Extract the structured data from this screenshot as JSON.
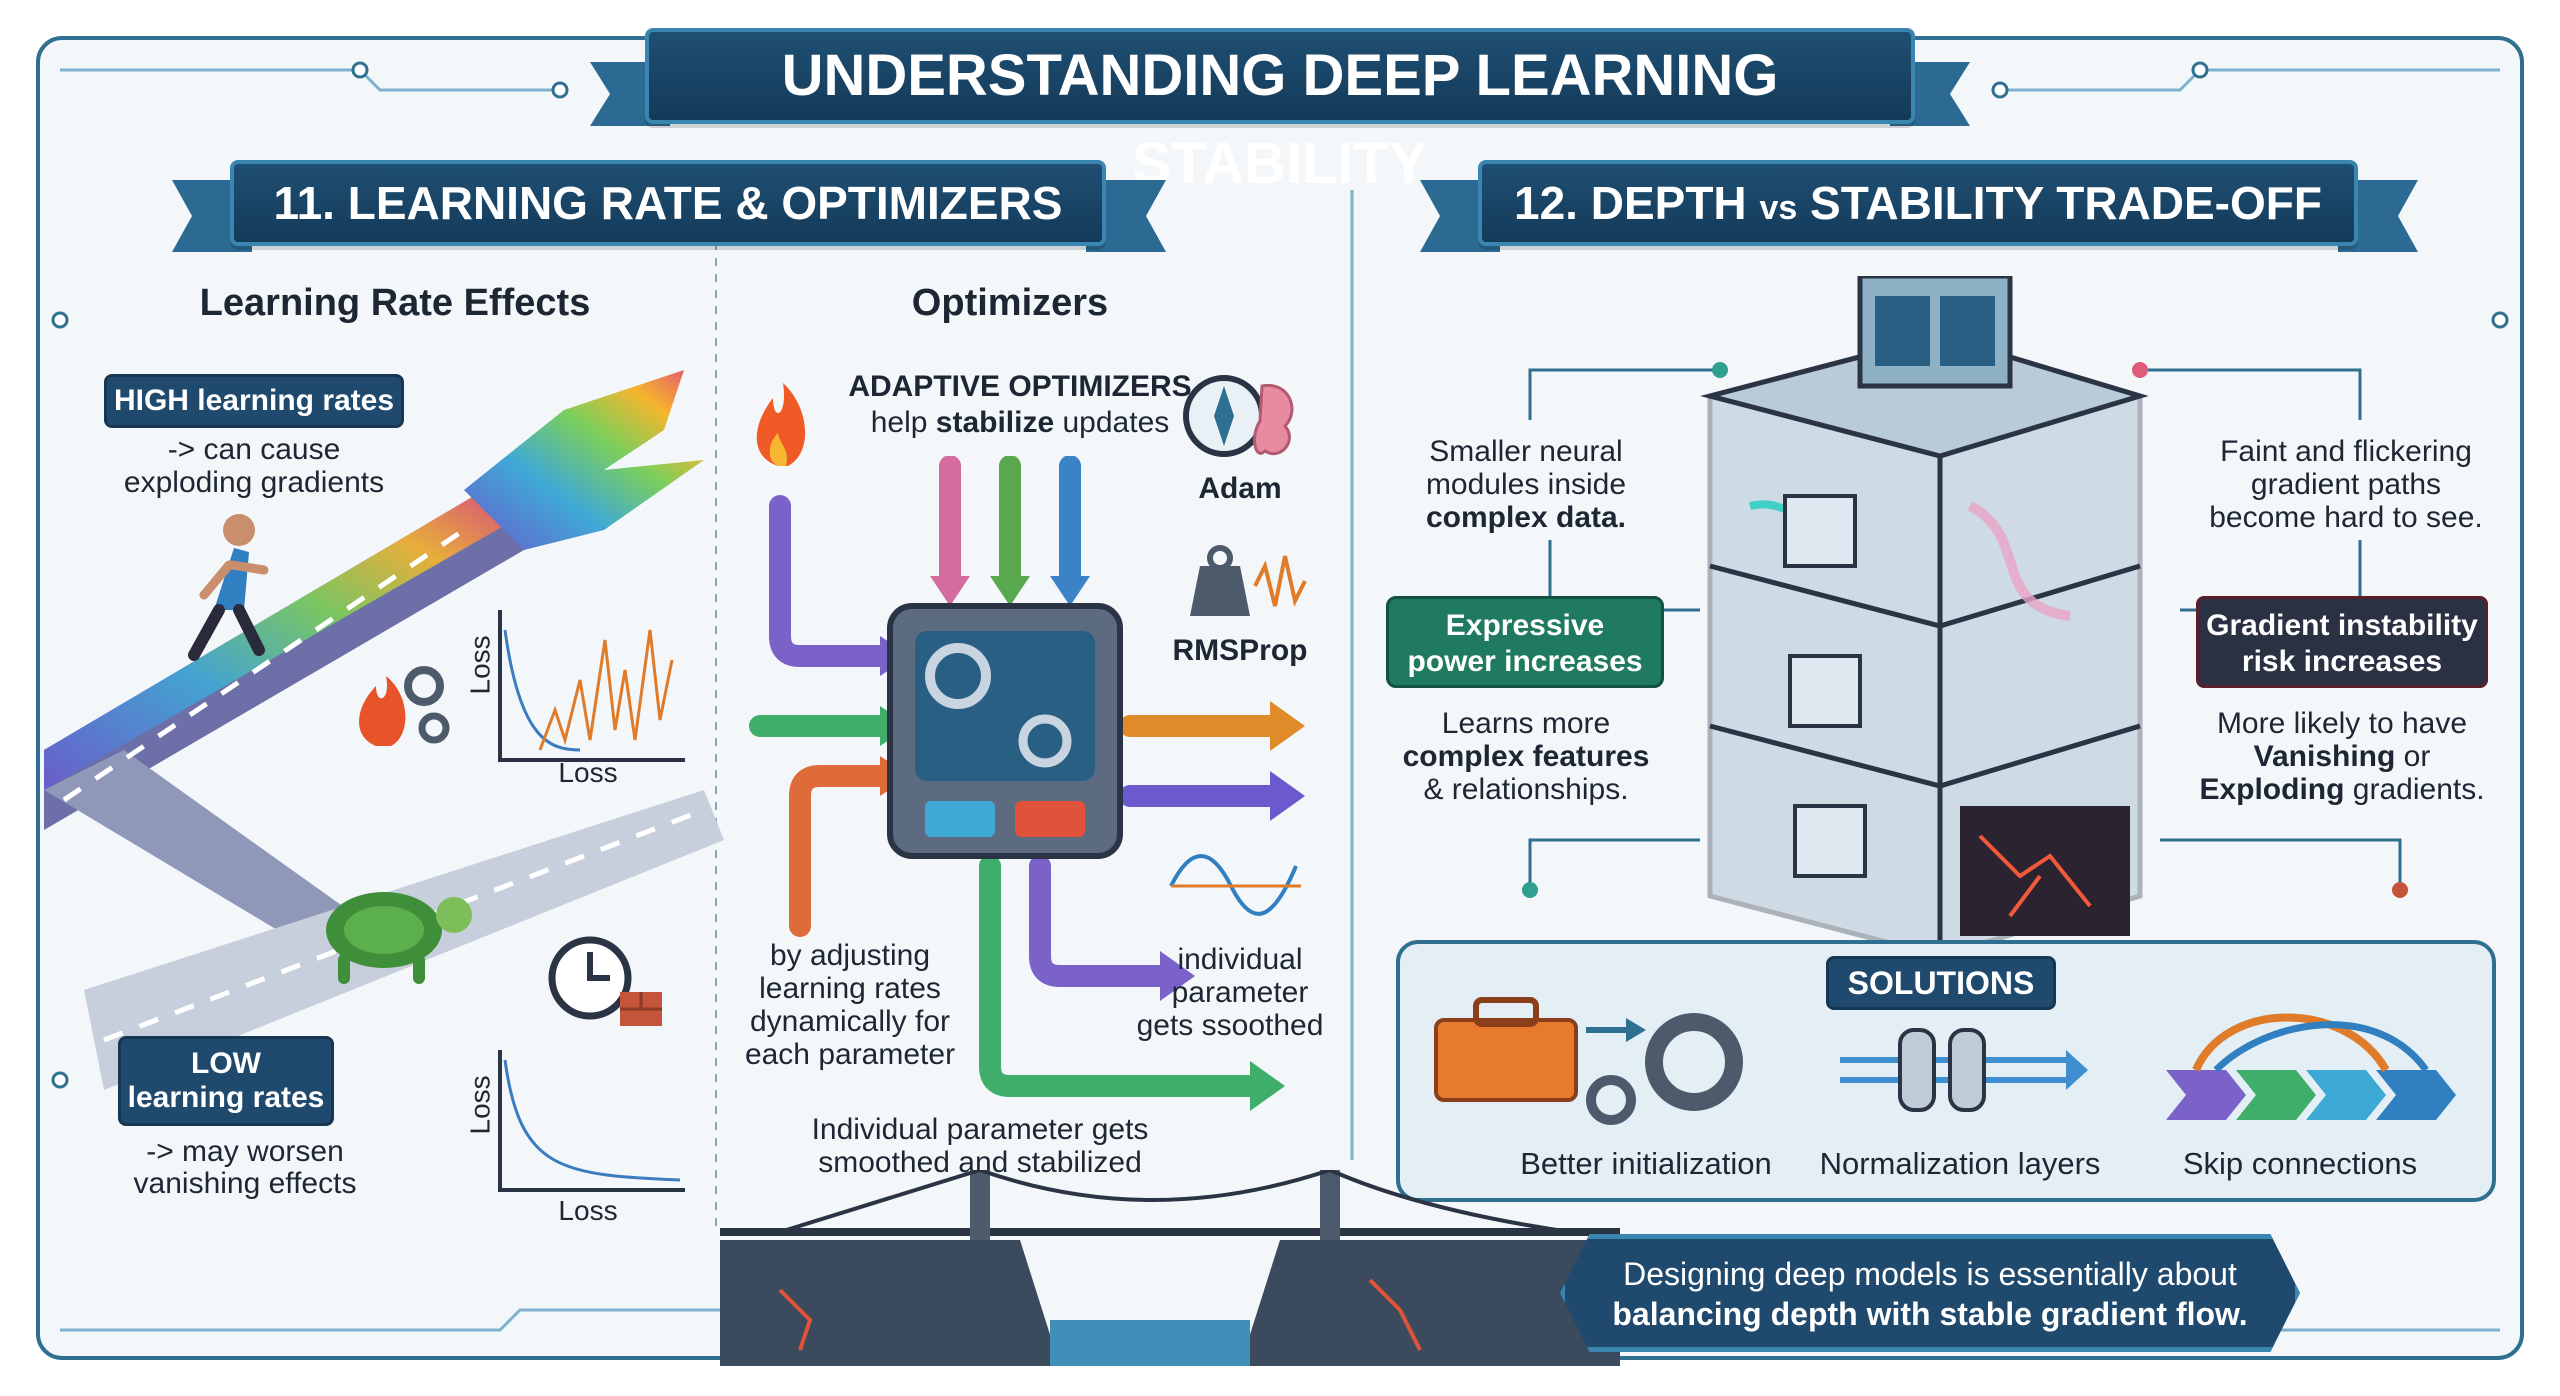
{
  "title": "UNDERSTANDING DEEP LEARNING STABILITY",
  "left_section": {
    "title": "11. LEARNING RATE & OPTIMIZERS",
    "lr_effects": {
      "heading": "Learning Rate Effects",
      "high_label": "HIGH learning rates",
      "high_desc_1": "-> can cause",
      "high_desc_2": "exploding gradients",
      "low_label_1": "LOW",
      "low_label_2": "learning rates",
      "low_desc_1": "-> may worsen",
      "low_desc_2": "vanishing effects",
      "chart_high": {
        "ylabel": "Loss",
        "xlabel": "Loss"
      },
      "chart_low": {
        "ylabel": "Loss",
        "xlabel": "Loss"
      }
    },
    "optimizers": {
      "heading": "Optimizers",
      "adaptive_title": "ADAPTIVE OPTIMIZERS",
      "adaptive_sub_pre": "help",
      "adaptive_sub_bold": "stabilize",
      "adaptive_sub_post": "updates",
      "adam": "Adam",
      "rmsprop": "RMSProp",
      "adjust_1": "by adjusting",
      "adjust_2": "learning rates",
      "adjust_3": "dynamically for",
      "adjust_4": "each parameter",
      "individual_1": "individual",
      "individual_2": "parameter",
      "individual_3": "gets ssoothed",
      "bottom_1": "Individual parameter  gets",
      "bottom_2": "smoothed and stabilized"
    }
  },
  "right_section": {
    "title_pre": "12. DEPTH ",
    "title_vs": "vs",
    "title_post": " STABILITY TRADE-OFF",
    "smaller_1": "Smaller neural",
    "smaller_2": "modules inside",
    "smaller_3": "complex data.",
    "expressive_1": "Expressive",
    "expressive_2": "power increases",
    "learns_1": "Learns more",
    "learns_2": "complex features",
    "learns_3": "& relationships.",
    "faint_1": "Faint and flickering",
    "faint_2": "gradient paths",
    "faint_3": "become hard to see.",
    "instability_1": "Gradient instability",
    "instability_2": "risk increases",
    "likely_1": "More likely to have",
    "likely_2": "Vanishing",
    "likely_3": "or",
    "likely_4": "Exploding",
    "likely_5": "gradients.",
    "solutions": {
      "title": "SOLUTIONS",
      "items": [
        "Better initialization",
        "Normalization layers",
        "Skip connections"
      ]
    },
    "conclusion_1": "Designing deep models is essentially about",
    "conclusion_2": "balancing depth with stable gradient flow."
  },
  "colors": {
    "navy": "#1f4a6e",
    "teal": "#2f6f8f",
    "green": "#1f7a5f",
    "crimson": "#5a1f2a"
  }
}
